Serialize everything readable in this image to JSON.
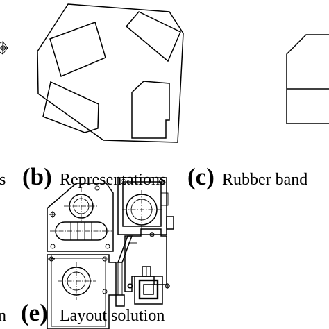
{
  "captions": {
    "a": {
      "label": "",
      "text": "s"
    },
    "b": {
      "label": "(b)",
      "text": "Representations"
    },
    "c": {
      "label": "(c)",
      "text": "Rubber band"
    },
    "d": {
      "label": "",
      "text": "n"
    },
    "e": {
      "label": "(e)",
      "text": "Layout solution"
    }
  }
}
